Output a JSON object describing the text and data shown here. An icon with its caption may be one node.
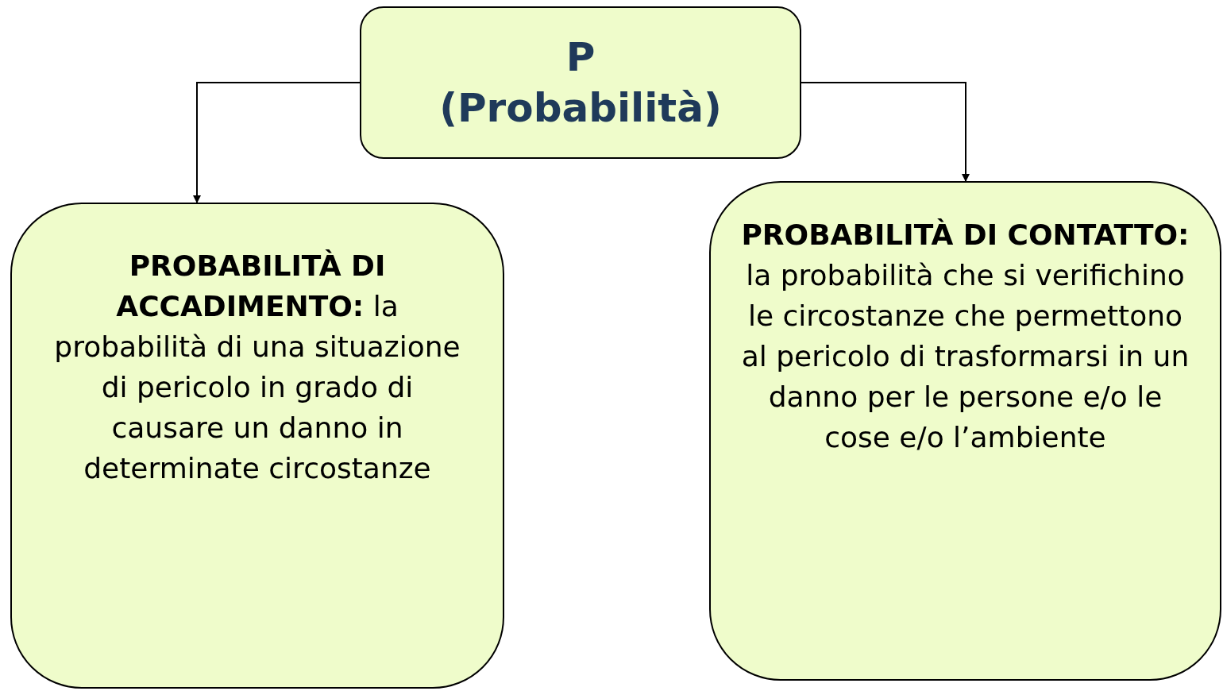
{
  "diagram": {
    "nodes": [
      {
        "text": [
          "P",
          "(Probabilità)"
        ]
      },
      {
        "text": [
          "**PROBABILITÀ DI ACCADIMENTO:** la probabilità di una situazione di pericolo in grado di causare un danno in determinate circostanze"
        ]
      },
      {
        "text": [
          "**PROBABILITÀ DI CONTATTO:** la probabilità che si verifichino le circostanze che permettono al pericolo di trasformarsi in un danno per le persone e/o le cose e/o l’ambiente"
        ]
      }
    ],
    "edges": [
      {
        "from": 0,
        "to": 1,
        "arrow": "to"
      },
      {
        "from": 0,
        "to": 2,
        "arrow": "to"
      }
    ]
  }
}
